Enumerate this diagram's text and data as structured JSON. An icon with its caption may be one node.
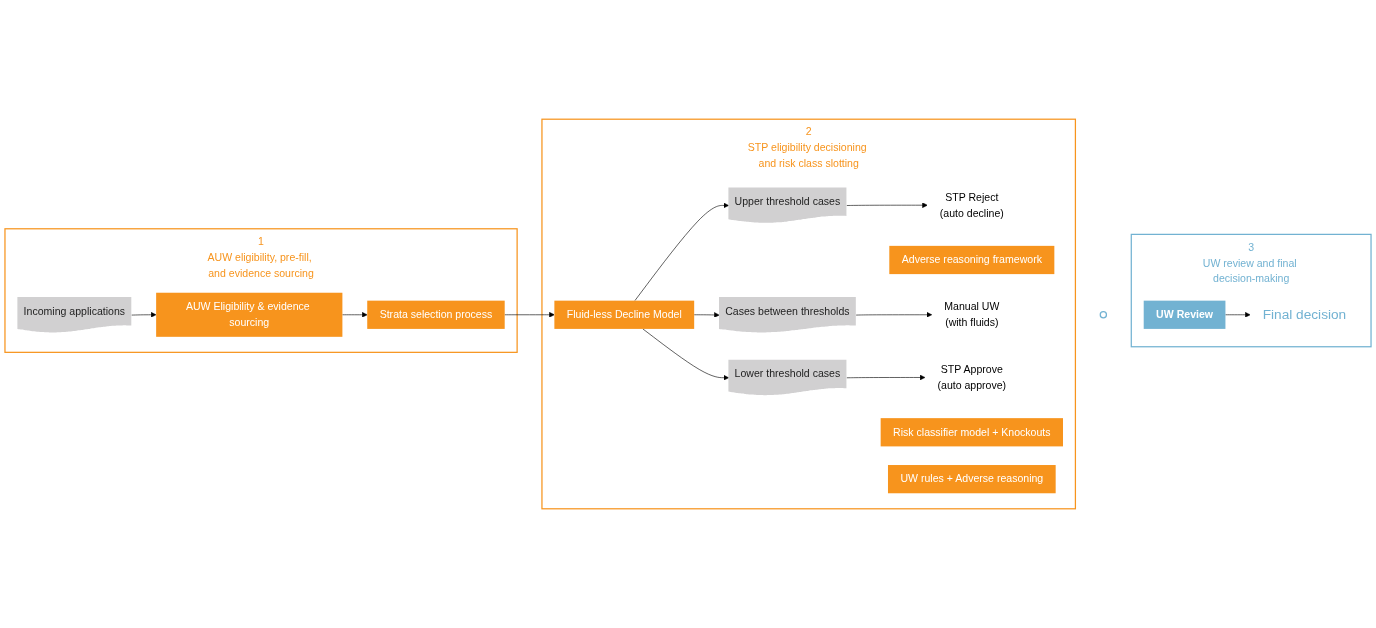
{
  "diagram": {
    "nodes": [
      {
        "text": [
          "1",
          "AUW eligibility, pre-fill, and evidence sourcing"
        ]
      },
      {
        "text": [
          "Incoming applications"
        ],
        "in": 0
      },
      {
        "text": [
          "AUW Eligibility & evidence sourcing"
        ],
        "in": 0
      },
      {
        "text": [
          "Strata selection process"
        ],
        "in": 0
      },
      {
        "text": [
          "2",
          "STP eligibility decisioning and risk class slotting"
        ]
      },
      {
        "text": [
          "Upper threshold cases"
        ],
        "in": 4
      },
      {
        "text": [
          "STP Reject",
          "(auto decline)"
        ],
        "in": 4
      },
      {
        "text": [
          "Adverse reasoning framework"
        ],
        "in": 4
      },
      {
        "text": [
          "Fluid-less Decline Model"
        ],
        "in": 4
      },
      {
        "text": [
          "Cases between thresholds"
        ],
        "in": 4
      },
      {
        "text": [
          "Manual UW",
          "(with fluids)"
        ],
        "in": 4
      },
      {
        "text": [
          "Lower threshold cases"
        ],
        "in": 4
      },
      {
        "text": [
          "STP Approve",
          "(auto approve)"
        ],
        "in": 4
      },
      {
        "text": [
          "Risk classifier model + Knockouts"
        ],
        "in": 4
      },
      {
        "text": [
          "UW rules + Adverse reasoning"
        ],
        "in": 4
      },
      {
        "text": [],
        "shape": "circle"
      },
      {
        "text": [
          "3",
          "UW review and final decision-making"
        ]
      },
      {
        "text": [
          "UW Review"
        ],
        "in": 16
      },
      {
        "text": [
          "Final decision"
        ],
        "in": 16
      }
    ],
    "edges": [
      {
        "from": 1,
        "to": 2,
        "arrow": "to"
      },
      {
        "from": 2,
        "to": 3,
        "arrow": "to"
      },
      {
        "from": 3,
        "to": 8,
        "arrow": "to"
      },
      {
        "from": 8,
        "to": 5,
        "arrow": "to"
      },
      {
        "from": 8,
        "to": 9,
        "arrow": "to"
      },
      {
        "from": 8,
        "to": 11,
        "arrow": "to"
      },
      {
        "from": 5,
        "to": 6,
        "arrow": "to"
      },
      {
        "from": 9,
        "to": 10,
        "arrow": "to"
      },
      {
        "from": 11,
        "to": 12,
        "arrow": "to"
      },
      {
        "from": 17,
        "to": 18,
        "arrow": "to"
      }
    ]
  }
}
